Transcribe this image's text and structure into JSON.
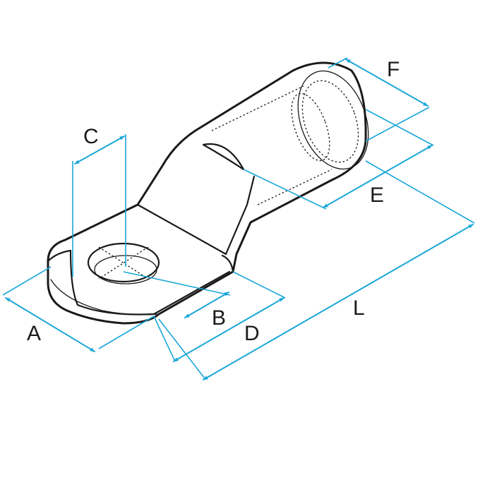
{
  "colors": {
    "outline": "#1a1a1a",
    "dimension": "#1aa7d8",
    "background": "#ffffff"
  },
  "labels": {
    "A": "A",
    "B": "B",
    "C": "C",
    "D": "D",
    "E": "E",
    "F": "F",
    "L": "L"
  }
}
